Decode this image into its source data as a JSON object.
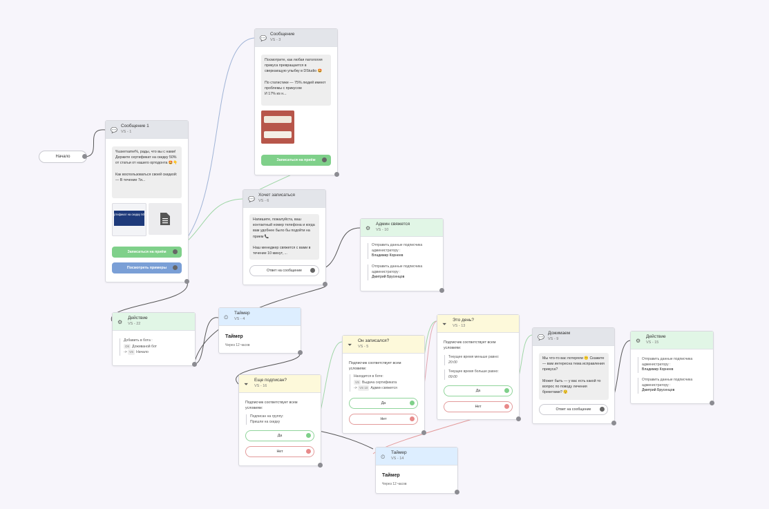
{
  "start": {
    "label": "Начало"
  },
  "vs1": {
    "title": "Сообщение 1",
    "id": "VS - 1",
    "text": "%username%, рады, что вы с нами!\nДержите сертификат на скидку 50% от статьи от нашего ортодонта 🤩👇\n\nКак воспользоваться своей скидкой:\n— В течение 7и...",
    "image_caption": "ртификат на скидку 50",
    "btn1": "Записаться на приём",
    "btn2": "Посмотреть примеры"
  },
  "vs3": {
    "title": "Сообщение",
    "id": "VS - 3",
    "text": "Посмотрите, как любая патология прикуса превращается в сверкающую улыбку в DStudio 🤩\n\nПо статистике — 75% людей имеют проблемы с прикусом\nИ 17% из н...",
    "btn": "Записаться на приём"
  },
  "vs6": {
    "title": "Хочет записаться",
    "id": "VS - 6",
    "text": "Напишите, пожалуйста, ваш контактный номер телефона и когда вам удобнее было бы подойти на прием 📞\n\nНаш менеджер свяжется с вами в течение 10 минут, ...",
    "btn": "Ответ на сообщение"
  },
  "vs10": {
    "title": "Админ свяжется",
    "id": "VS - 10",
    "l1": "Отправить данные подписчика администратору :",
    "v1": "Владимир Корнеев",
    "l2": "Отправить данные подписчика администратору :",
    "v2": "Дмитрий Брусенцов"
  },
  "vs22": {
    "title": "Действие",
    "id": "VS - 22",
    "l1": "Добавить в бота :",
    "chip1": "ОК",
    "v1": "Доживаной бот",
    "chip2": "VS",
    "v2": "Начало"
  },
  "vs4": {
    "title": "Таймер",
    "id": "VS - 4",
    "big": "Таймер",
    "sub": "Через 12 часов"
  },
  "vs16": {
    "title": "Еще подписан?",
    "id": "VS - 16",
    "desc": "Подписчик соответствует всем условиям:",
    "cond": "Подписан на группу:\nПришли на скидку",
    "yes": "Да",
    "no": "Нет"
  },
  "vs5": {
    "title": "Он записался?",
    "id": "VS - 5",
    "desc": "Подписчик соответствует всем условиям:",
    "cond1": "Находится в боте:",
    "chip1": "VS",
    "v1": "Выдача сертификата",
    "chip2": "VS 10",
    "v2": "Админ свяжется",
    "yes": "Да",
    "no": "Нет"
  },
  "vs13": {
    "title": "Это день?",
    "id": "VS - 13",
    "desc": "Подписчик соответствует всем условиям:",
    "c1": "Текущее время меньше равно:",
    "c1v": "20:00",
    "c2": "Текущее время больше равно:",
    "c2v": "09:00",
    "yes": "Да",
    "no": "Нет"
  },
  "vs9": {
    "title": "Дожимаем",
    "id": "VS - 9",
    "text": "Мы что-то вас потеряли 😕 Скажите — вам интересна тема исправления прикуса?\n\nМожет быть — у вас есть какой то вопрос по поводу лечения брекетами? 😲",
    "btn": "Ответ на сообщение"
  },
  "vs15": {
    "title": "Действие",
    "id": "VS - 15",
    "l1": "Отправить данные подписчика администратору :",
    "v1": "Владимир Корнеев",
    "l2": "Отправить данные подписчика администратору :",
    "v2": "Дмитрий Брусенцов"
  },
  "vs14": {
    "title": "Таймер",
    "id": "VS - 14",
    "big": "Таймер",
    "sub": "Через 12 часов"
  },
  "icons": {
    "message": "speech-bubble-icon",
    "action": "gears-icon",
    "timer": "clock-icon",
    "filter": "funnel-icon",
    "file": "document-icon"
  },
  "colors": {
    "green_button": "#7fd08a",
    "blue_button": "#7a9fd6",
    "yes_border": "#8fd49a",
    "no_border": "#e39a9a"
  }
}
